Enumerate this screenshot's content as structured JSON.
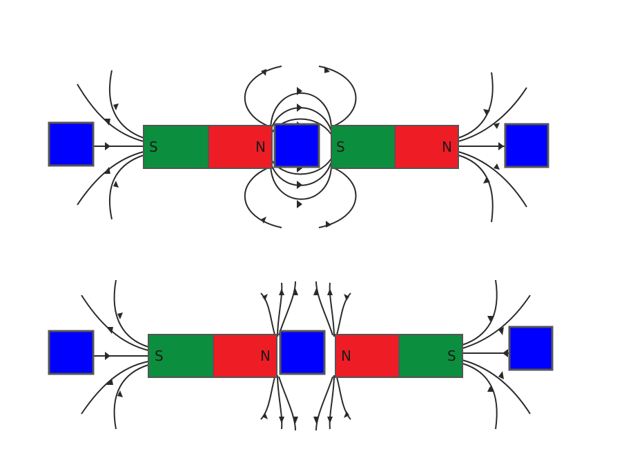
{
  "colors": {
    "south_pole": "#0b8f3e",
    "north_pole": "#ee1c25",
    "square": "#0000ff",
    "field_line": "#2a2a2a",
    "outline": "#555555"
  },
  "top_row": {
    "magnet_left": {
      "left_label": "S",
      "right_label": "N"
    },
    "magnet_right": {
      "left_label": "S",
      "right_label": "N"
    }
  },
  "bottom_row": {
    "magnet_left": {
      "left_label": "S",
      "right_label": "N"
    },
    "magnet_right": {
      "left_label": "N",
      "right_label": "S"
    }
  }
}
